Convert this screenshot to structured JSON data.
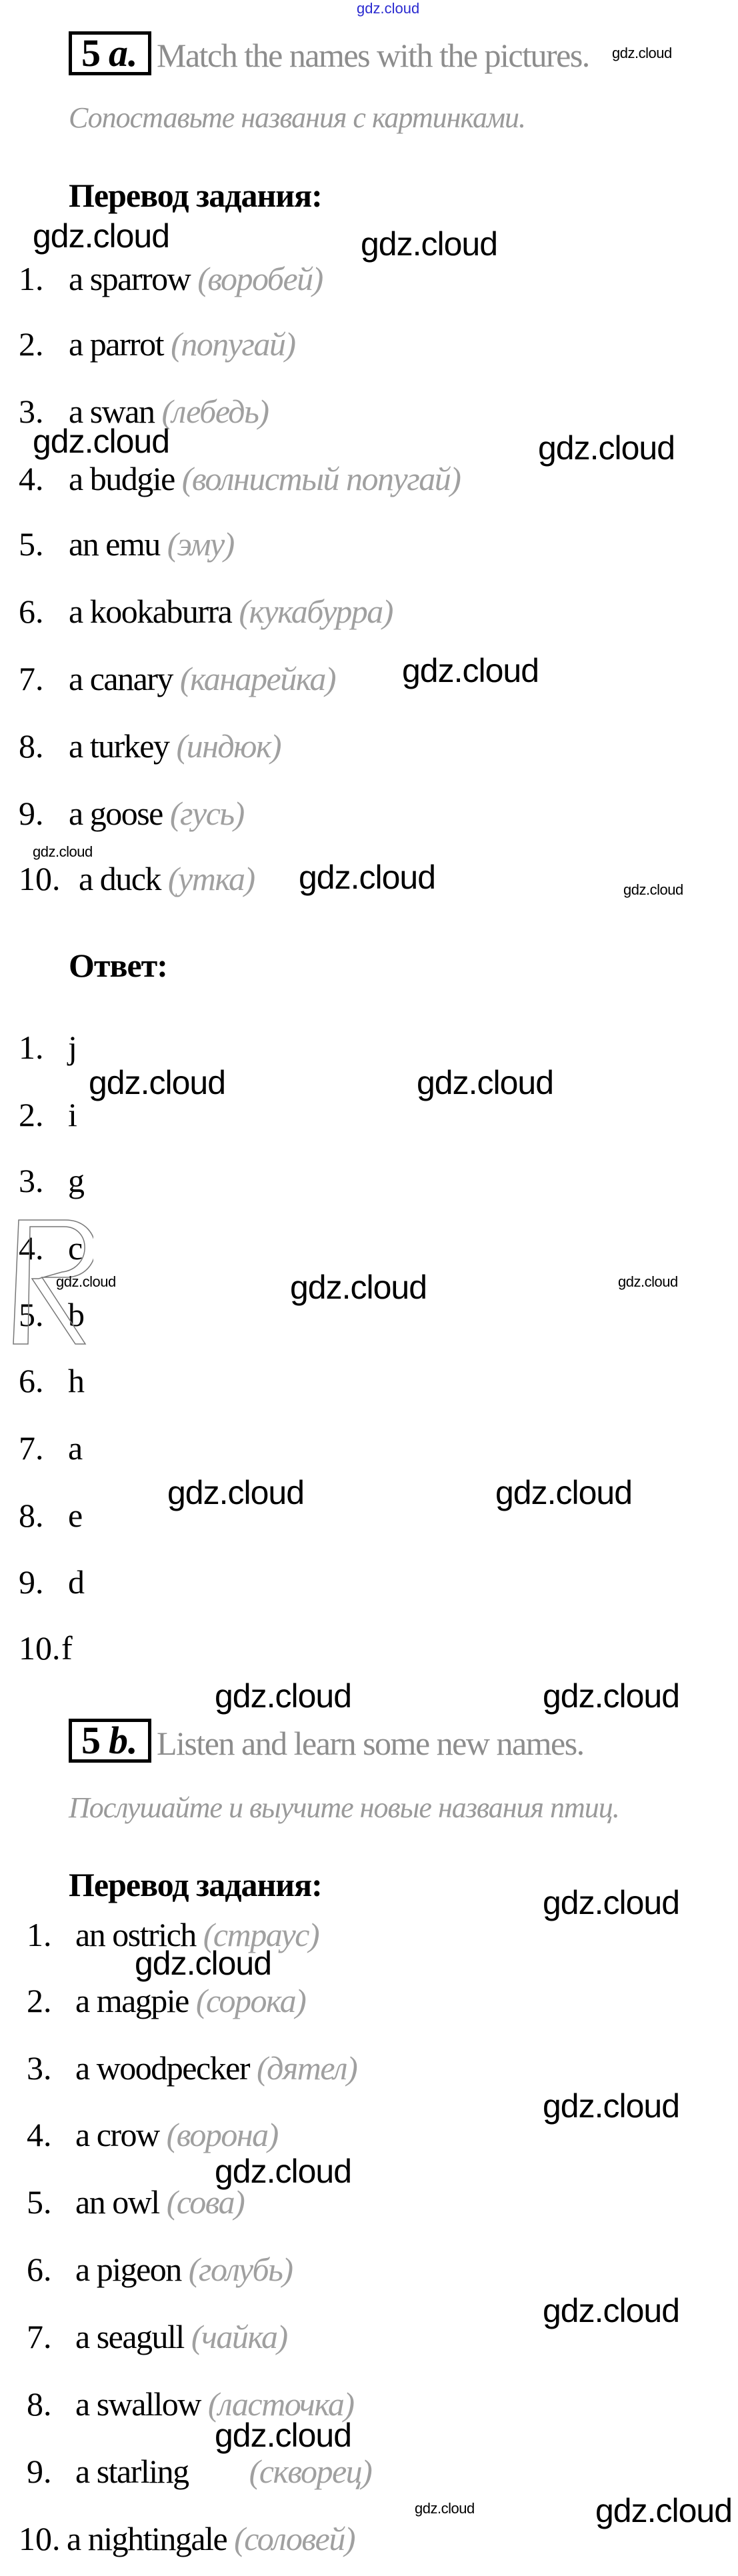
{
  "watermark": "gdz.cloud",
  "ex_a": {
    "number": "5",
    "letter": "a.",
    "instruction": "Match the names with the pictures.",
    "instruction_ru": "Сопоставьте названия с картинками.",
    "translation_heading": "Перевод задания:",
    "items": [
      {
        "num": "1.",
        "en": "a sparrow",
        "ru": "(воробей)"
      },
      {
        "num": "2.",
        "en": "a parrot",
        "ru": "(попугай)"
      },
      {
        "num": "3.",
        "en": "a swan",
        "ru": "(лебедь)"
      },
      {
        "num": "4.",
        "en": "a budgie",
        "ru": "(волнистый попугай)"
      },
      {
        "num": "5.",
        "en": "an emu",
        "ru": "(эму)"
      },
      {
        "num": "6.",
        "en": "a kookaburra",
        "ru": "(кукабурра)"
      },
      {
        "num": "7.",
        "en": "a canary",
        "ru": "(канарейка)"
      },
      {
        "num": "8.",
        "en": "a turkey",
        "ru": "(индюк)"
      },
      {
        "num": "9.",
        "en": "a goose",
        "ru": "(гусь)"
      },
      {
        "num": "10.",
        "en": "a duck",
        "ru": "(утка)"
      }
    ],
    "answer_heading": "Ответ:",
    "answers": [
      {
        "num": "1.",
        "val": "j"
      },
      {
        "num": "2.",
        "val": "i"
      },
      {
        "num": "3.",
        "val": "g"
      },
      {
        "num": "4.",
        "val": "c"
      },
      {
        "num": "5.",
        "val": "b"
      },
      {
        "num": "6.",
        "val": "h"
      },
      {
        "num": "7.",
        "val": "a"
      },
      {
        "num": "8.",
        "val": "e"
      },
      {
        "num": "9.",
        "val": "d"
      },
      {
        "num": "10.",
        "val": "f"
      }
    ]
  },
  "ex_b": {
    "number": "5",
    "letter": "b.",
    "instruction": "Listen and learn some new names.",
    "instruction_ru": "Послушайте и выучите новые названия птиц.",
    "translation_heading": "Перевод задания:",
    "items": [
      {
        "num": "1.",
        "en": "an ostrich",
        "ru": "(страус)"
      },
      {
        "num": "2.",
        "en": "a magpie",
        "ru": "(сорока)"
      },
      {
        "num": "3.",
        "en": "a woodpecker",
        "ru": "(дятел)"
      },
      {
        "num": "4.",
        "en": "a crow",
        "ru": "(ворона)"
      },
      {
        "num": "5.",
        "en": "an owl",
        "ru": "(сова)"
      },
      {
        "num": "6.",
        "en": "a pigeon",
        "ru": "(голубь)"
      },
      {
        "num": "7.",
        "en": "a seagull",
        "ru": "(чайка)"
      },
      {
        "num": "8.",
        "en": "a swallow",
        "ru": "(ласточка)"
      },
      {
        "num": "9.",
        "en": "a starling",
        "ru": "(скворец)"
      },
      {
        "num": "10.",
        "en": "a nightingale",
        "ru": "(соловей)"
      }
    ]
  }
}
